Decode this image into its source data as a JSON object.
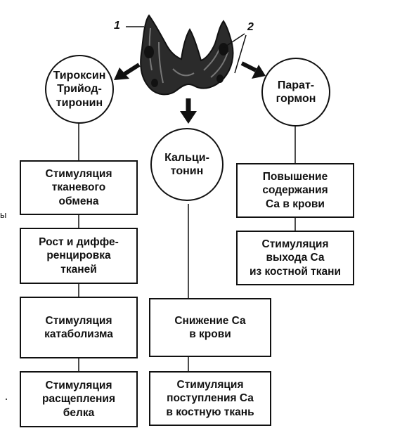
{
  "markers": {
    "one": "1",
    "two": "2"
  },
  "circles": {
    "thyroxine": "Тироксин\nТрийод-\nтиронин",
    "calcitonin": "Кальци-\nтонин",
    "parathormone": "Парат-\nгормон"
  },
  "left_boxes": [
    "Стимуляция\nтканевого\nобмена",
    "Рост и диффе-\nренцировка\nтканей",
    "Стимуляция\nкатаболизма",
    "Стимуляция\nрасщепления\nбелка"
  ],
  "middle_boxes": [
    "Снижение Са\nв крови",
    "Стимуляция\nпоступления Са\nв костную ткань"
  ],
  "right_boxes": [
    "Повышение\nсодержания\nСа в крови",
    "Стимуляция\nвыхода Са\nиз костной ткани"
  ],
  "stray_mark": "ы",
  "colors": {
    "ink": "#111111",
    "gland_fill": "#2b2b2b",
    "background": "#ffffff"
  },
  "icons": [
    "thyroid-gland-icon",
    "arrow-down-left-icon",
    "arrow-down-icon",
    "arrow-down-right-icon"
  ]
}
